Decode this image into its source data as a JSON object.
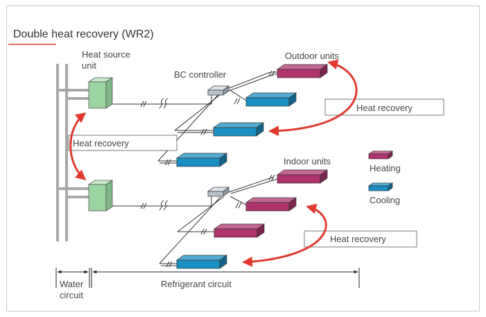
{
  "title": "Double heat recovery (WR2)",
  "labels": {
    "heat_source_unit_line1": "Heat source",
    "heat_source_unit_line2": "unit",
    "bc_controller": "BC controller",
    "outdoor_units": "Outdoor units",
    "indoor_units": "Indoor units",
    "heat_recovery_top": "Heat recovery",
    "heat_recovery_left": "Heat recovery",
    "heat_recovery_bottom": "Heat recovery",
    "legend_heating": "Heating",
    "legend_cooling": "Cooling",
    "water_circuit_line1": "Water",
    "water_circuit_line2": "circuit",
    "refrigerant_circuit": "Refrigerant circuit"
  },
  "colors": {
    "heating": "#b0336e",
    "cooling": "#1a8fc4",
    "heat_source": "#9bd4a0",
    "bc_controller": "#b9c3cc",
    "pipe": "#a8a8a8",
    "arrow": "#e03a2f",
    "title_underline": "#e03a2f"
  },
  "groups": [
    {
      "name": "upper",
      "units": [
        "heating",
        "cooling",
        "cooling",
        "cooling"
      ]
    },
    {
      "name": "lower",
      "units": [
        "heating",
        "heating",
        "heating",
        "cooling"
      ]
    }
  ]
}
